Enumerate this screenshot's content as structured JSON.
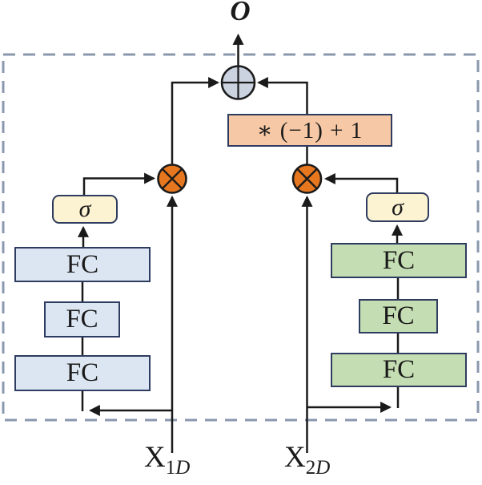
{
  "diagram": {
    "output_label": "O",
    "scale_box_label": "∗ (−1) + 1",
    "left_branch": {
      "sigma_label": "σ",
      "fc_layers": [
        "FC",
        "FC",
        "FC"
      ]
    },
    "right_branch": {
      "sigma_label": "σ",
      "fc_layers": [
        "FC",
        "FC",
        "FC"
      ]
    },
    "inputs": {
      "left": {
        "base": "X",
        "sub_num": "1",
        "sub_letter": "D"
      },
      "right": {
        "base": "X",
        "sub_num": "2",
        "sub_letter": "D"
      }
    },
    "nodes": {
      "add_node_glyph": "⊕",
      "multiply_node_glyph": "⊗"
    }
  },
  "colors": {
    "fc_left_fill": "#dce6f3",
    "fc_right_fill": "#c4ddb3",
    "sigma_fill": "#fcf3d2",
    "scale_fill": "#f6c8a5",
    "multiply_fill": "#e6771f",
    "add_fill": "#cbd3e0",
    "box_border": "#2e3c5f",
    "line_color": "#1a1a1a",
    "dashed_border": "#8a98ae",
    "text_color": "#1a1a1a"
  }
}
